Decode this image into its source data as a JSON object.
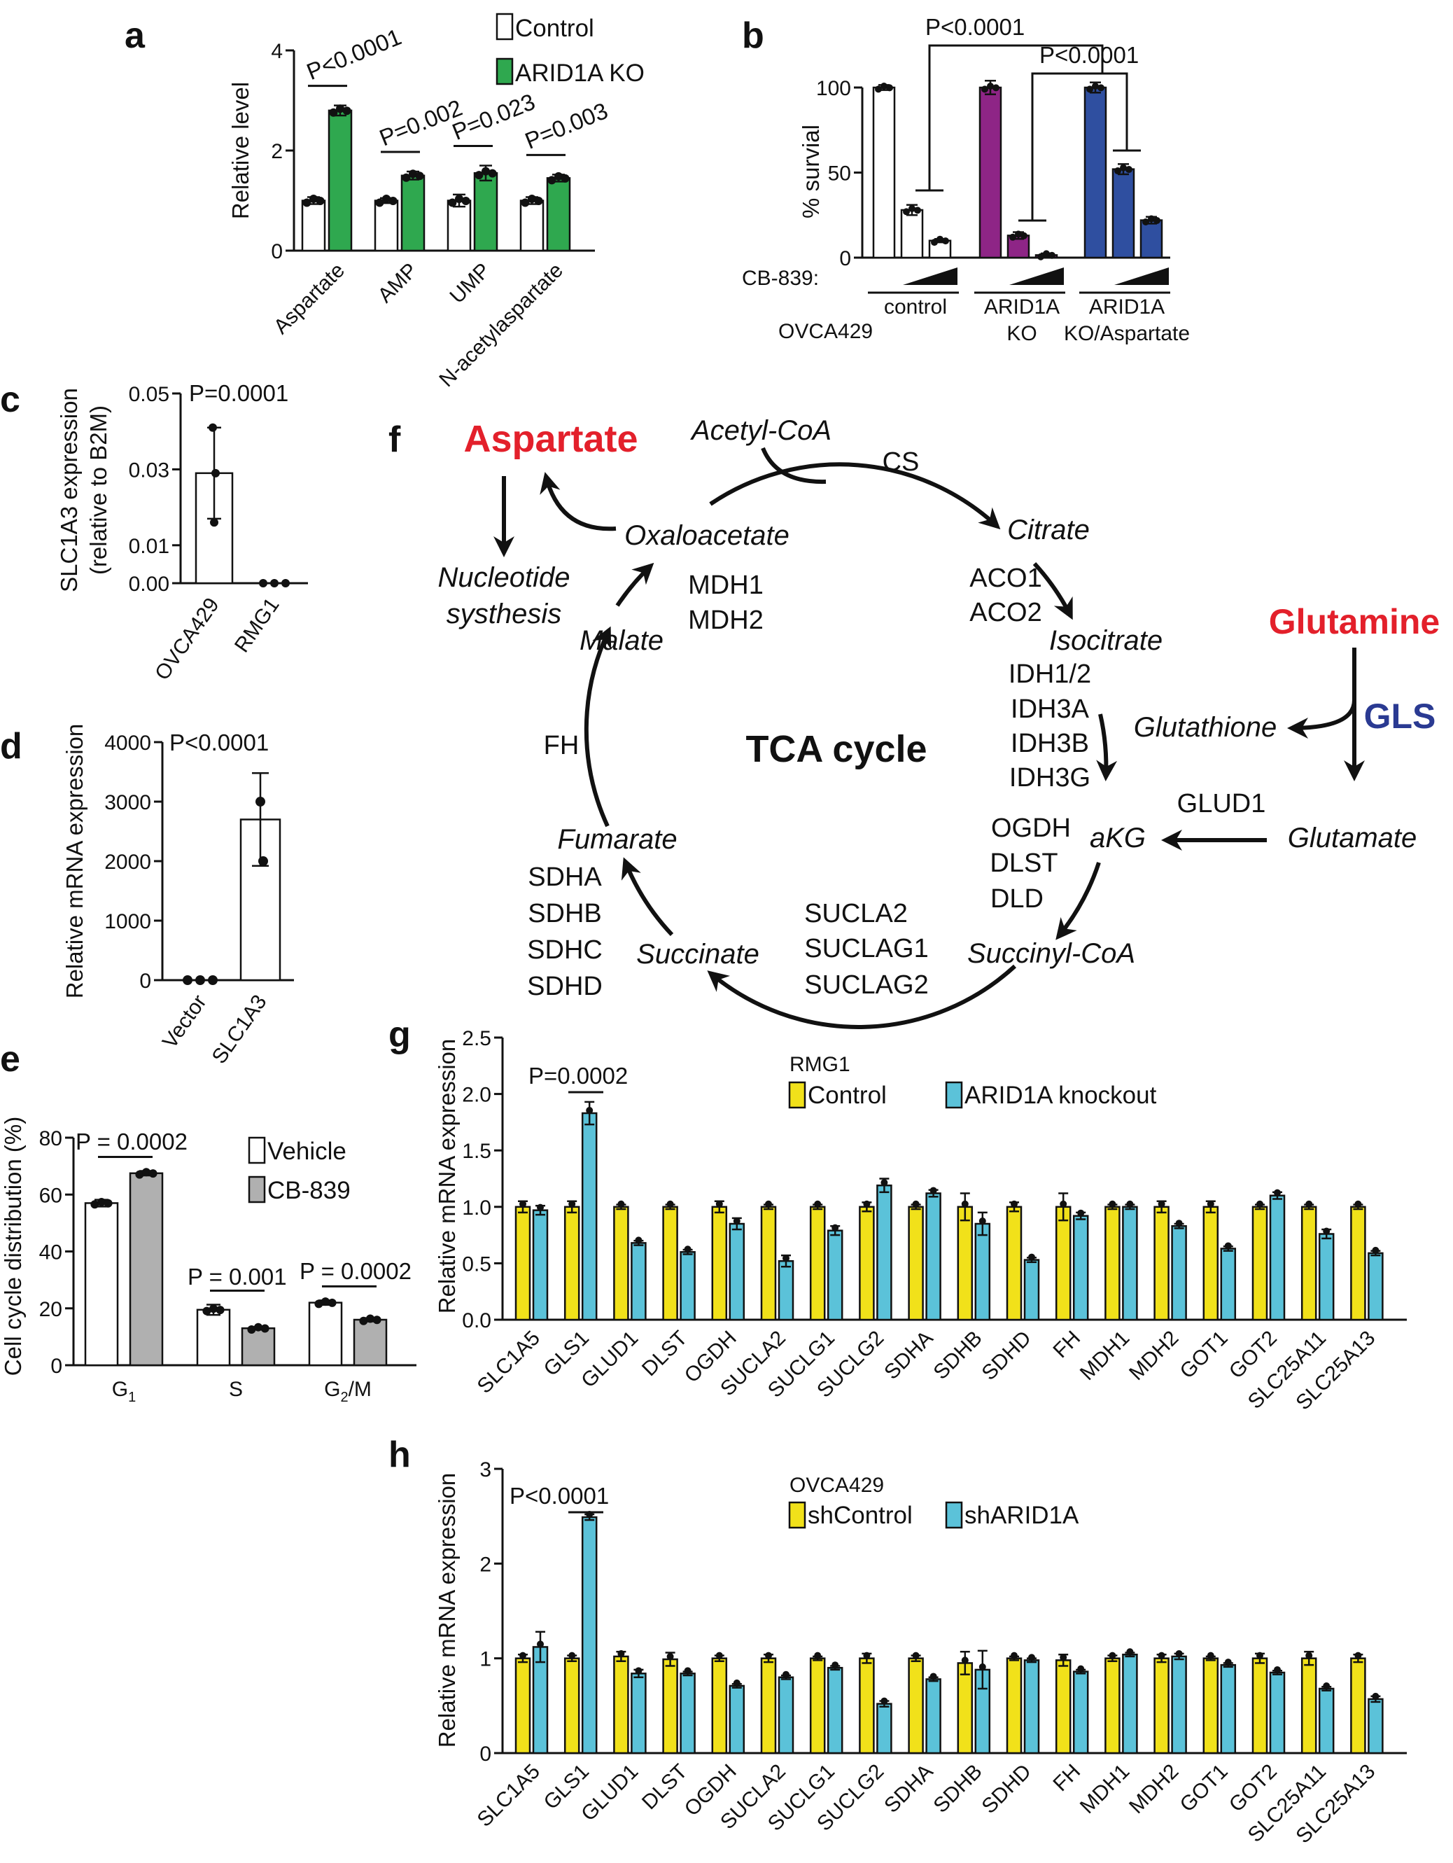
{
  "colors": {
    "control": "#ffffff",
    "arid1a_ko_green": "#2fa84f",
    "purple": "#8e2586",
    "blue": "#2f4fa0",
    "gray": "#b0b0b0",
    "yellow": "#f1e11a",
    "cyan": "#5bc2d9",
    "red_label": "#e3202b",
    "blue_label": "#2a3a92"
  },
  "panels": {
    "a": "a",
    "b": "b",
    "c": "c",
    "d": "d",
    "e": "e",
    "f": "f",
    "g": "g",
    "h": "h"
  },
  "chart_data": [
    {
      "id": "a",
      "type": "bar",
      "ylabel": "Relative level",
      "ylim": [
        0,
        4
      ],
      "yticks": [
        0,
        2,
        4
      ],
      "categories": [
        "Aspartate",
        "AMP",
        "UMP",
        "N-acetylaspartate"
      ],
      "series": [
        {
          "name": "Control",
          "values": [
            1.0,
            1.0,
            1.0,
            1.0
          ],
          "err": [
            0.07,
            0.05,
            0.12,
            0.07
          ]
        },
        {
          "name": "ARID1A KO",
          "values": [
            2.8,
            1.5,
            1.55,
            1.45
          ],
          "err": [
            0.1,
            0.08,
            0.15,
            0.07
          ]
        }
      ],
      "pvalues": [
        "P<0.0001",
        "P=0.002",
        "P=0.023",
        "P=0.003"
      ],
      "legend": [
        "Control",
        "ARID1A KO"
      ]
    },
    {
      "id": "b",
      "type": "bar",
      "ylabel": "% survial",
      "ylim": [
        0,
        100
      ],
      "yticks": [
        0,
        50,
        100
      ],
      "groups": [
        {
          "label_lines": [
            "control"
          ],
          "values": [
            100,
            28,
            10
          ],
          "err": [
            1.5,
            3,
            1
          ]
        },
        {
          "label_lines": [
            "ARID1A",
            "KO"
          ],
          "values": [
            100,
            13,
            1.5
          ],
          "err": [
            4,
            2,
            1
          ]
        },
        {
          "label_lines": [
            "ARID1A",
            "KO/Aspartate"
          ],
          "values": [
            100,
            52,
            22
          ],
          "err": [
            3,
            3,
            2
          ]
        }
      ],
      "treatment_label": "CB-839:",
      "cell_line_label": "OVCA429",
      "pvalues": [
        "P<0.0001",
        "P<0.0001"
      ]
    },
    {
      "id": "c",
      "type": "bar",
      "ylabel_lines": [
        "SLC1A3 expression",
        "(relative to B2M)"
      ],
      "ylim": [
        0,
        0.05
      ],
      "ytick_labels": [
        "0.00",
        "0.01",
        "0.03",
        "0.05"
      ],
      "categories": [
        "OVCA429",
        "RMG1"
      ],
      "values": [
        0.029,
        0.0
      ],
      "err": [
        0.012,
        0.0
      ],
      "pvalue": "P=0.0001"
    },
    {
      "id": "d",
      "type": "bar",
      "ylabel": "Relative mRNA expression",
      "ylim": [
        0,
        4000
      ],
      "yticks": [
        0,
        1000,
        2000,
        3000,
        4000
      ],
      "categories": [
        "Vector",
        "SLC1A3"
      ],
      "values": [
        0,
        2700
      ],
      "err": [
        0,
        780
      ],
      "pvalue": "P<0.0001"
    },
    {
      "id": "e",
      "type": "bar",
      "ylabel": "Cell cycle distribution (%)",
      "ylim": [
        0,
        80
      ],
      "yticks": [
        0,
        20,
        40,
        60,
        80
      ],
      "categories": [
        "G1",
        "S",
        "G2/M"
      ],
      "category_base": [
        "G",
        "S",
        "G"
      ],
      "category_sub": [
        "1",
        "",
        "2"
      ],
      "category_tail": [
        "",
        "",
        "/M"
      ],
      "series": [
        {
          "name": "Vehicle",
          "values": [
            57,
            19.5,
            22
          ],
          "err": [
            1.2,
            1.8,
            0.8
          ]
        },
        {
          "name": "CB-839",
          "values": [
            67.5,
            13,
            16
          ],
          "err": [
            0.8,
            0.5,
            0.6
          ]
        }
      ],
      "pvalues": [
        "P = 0.0002",
        "P = 0.001",
        "P = 0.0002"
      ],
      "legend": [
        "Vehicle",
        "CB-839"
      ]
    },
    {
      "id": "g",
      "type": "bar",
      "ylabel": "Relative mRNA expression",
      "ylim": [
        0,
        2.5
      ],
      "yticks": [
        0.0,
        0.5,
        1.0,
        1.5,
        2.0,
        2.5
      ],
      "categories": [
        "SLC1A5",
        "GLS1",
        "GLUD1",
        "DLST",
        "OGDH",
        "SUCLA2",
        "SUCLG1",
        "SUCLG2",
        "SDHA",
        "SDHB",
        "SDHD",
        "FH",
        "MDH1",
        "MDH2",
        "GOT1",
        "GOT2",
        "SLC25A11",
        "SLC25A13"
      ],
      "series": [
        {
          "name": "Control",
          "values": [
            1.0,
            1.0,
            1.0,
            1.0,
            1.0,
            1.0,
            1.0,
            1.0,
            1.0,
            1.0,
            1.0,
            1.0,
            1.0,
            1.0,
            1.0,
            1.0,
            1.0,
            1.0
          ],
          "err": [
            0.05,
            0.05,
            0.02,
            0.02,
            0.05,
            0.02,
            0.02,
            0.04,
            0.02,
            0.12,
            0.04,
            0.12,
            0.02,
            0.05,
            0.05,
            0.02,
            0.02,
            0.02
          ]
        },
        {
          "name": "ARID1A knockout",
          "values": [
            0.97,
            1.83,
            0.68,
            0.6,
            0.85,
            0.52,
            0.79,
            1.19,
            1.12,
            0.85,
            0.53,
            0.92,
            1.0,
            0.83,
            0.63,
            1.1,
            0.76,
            0.59
          ],
          "err": [
            0.04,
            0.1,
            0.02,
            0.02,
            0.05,
            0.05,
            0.04,
            0.06,
            0.03,
            0.1,
            0.02,
            0.03,
            0.02,
            0.02,
            0.02,
            0.03,
            0.04,
            0.02
          ]
        }
      ],
      "cell_line": "RMG1",
      "legend": [
        "Control",
        "ARID1A knockout"
      ],
      "pvalue": "P=0.0002"
    },
    {
      "id": "h",
      "type": "bar",
      "ylabel": "Relative mRNA expression",
      "ylim": [
        0,
        3
      ],
      "yticks": [
        0,
        1,
        2,
        3
      ],
      "categories": [
        "SLC1A5",
        "GLS1",
        "GLUD1",
        "DLST",
        "OGDH",
        "SUCLA2",
        "SUCLG1",
        "SUCLG2",
        "SDHA",
        "SDHB",
        "SDHD",
        "FH",
        "MDH1",
        "MDH2",
        "GOT1",
        "GOT2",
        "SLC25A11",
        "SLC25A13"
      ],
      "series": [
        {
          "name": "shControl",
          "values": [
            1.0,
            1.0,
            1.02,
            0.99,
            1.0,
            1.0,
            1.0,
            1.0,
            1.0,
            0.95,
            1.0,
            0.98,
            1.0,
            1.0,
            1.0,
            1.0,
            1.0,
            1.0
          ],
          "err": [
            0.04,
            0.03,
            0.05,
            0.07,
            0.03,
            0.04,
            0.02,
            0.05,
            0.03,
            0.12,
            0.02,
            0.06,
            0.03,
            0.04,
            0.02,
            0.05,
            0.07,
            0.04
          ]
        },
        {
          "name": "shARID1A",
          "values": [
            1.12,
            2.49,
            0.84,
            0.84,
            0.71,
            0.8,
            0.9,
            0.52,
            0.78,
            0.88,
            0.98,
            0.86,
            1.04,
            1.02,
            0.93,
            0.85,
            0.68,
            0.57
          ],
          "err": [
            0.16,
            0.03,
            0.04,
            0.02,
            0.02,
            0.02,
            0.02,
            0.03,
            0.02,
            0.2,
            0.02,
            0.02,
            0.02,
            0.03,
            0.02,
            0.02,
            0.02,
            0.03
          ]
        }
      ],
      "cell_line": "OVCA429",
      "legend": [
        "shControl",
        "shARID1A"
      ],
      "pvalue": "P<0.0001"
    }
  ],
  "tca": {
    "title": "TCA cycle",
    "aspartate": "Aspartate",
    "glutamine": "Glutamine",
    "gls": "GLS",
    "acetyl_coa": "Acetyl-CoA",
    "cs": "CS",
    "citrate": "Citrate",
    "aco1": "ACO1",
    "aco2": "ACO2",
    "isocitrate": "Isocitrate",
    "idh12": "IDH1/2",
    "idh3a": "IDH3A",
    "idh3b": "IDH3B",
    "idh3g": "IDH3G",
    "glutathione": "Glutathione",
    "glud1": "GLUD1",
    "glutamate": "Glutamate",
    "akg": "aKG",
    "ogdh": "OGDH",
    "dlst": "DLST",
    "dld": "DLD",
    "succinyl_coa": "Succinyl-CoA",
    "sucla2": "SUCLA2",
    "suclag1": "SUCLAG1",
    "suclag2": "SUCLAG2",
    "succinate": "Succinate",
    "sdha": "SDHA",
    "sdhb": "SDHB",
    "sdhc": "SDHC",
    "sdhd": "SDHD",
    "fumarate": "Fumarate",
    "fh": "FH",
    "malate": "Malate",
    "mdh1": "MDH1",
    "mdh2": "MDH2",
    "oxaloacetate": "Oxaloacetate",
    "nucleotide": "Nucleotide",
    "synthesis": "systhesis"
  }
}
